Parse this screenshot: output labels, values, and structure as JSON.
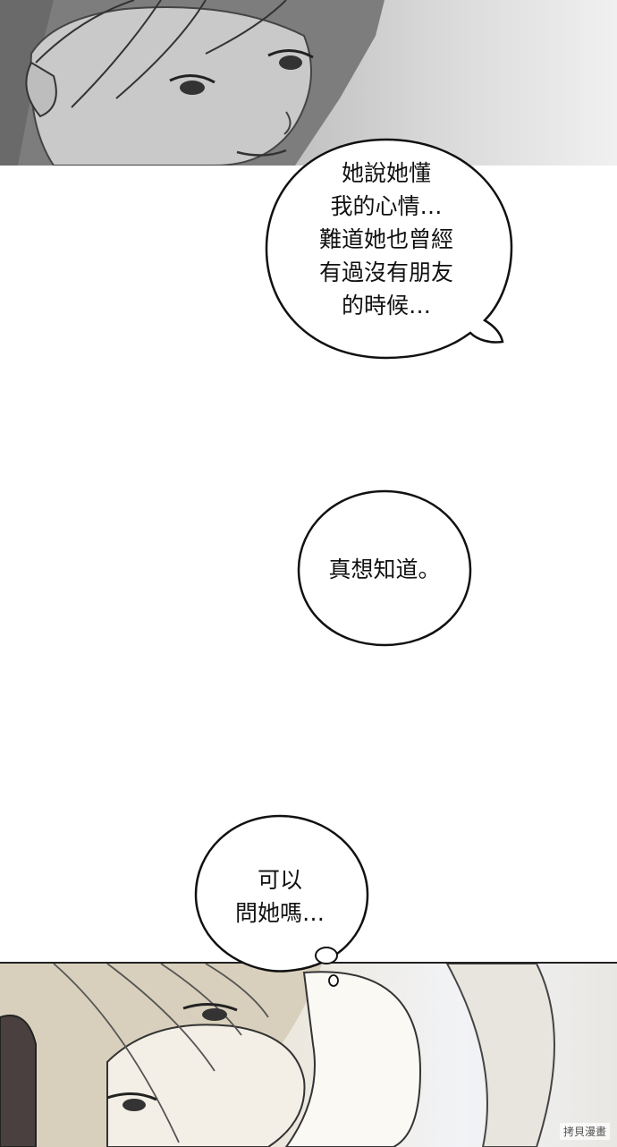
{
  "bubbles": [
    {
      "id": "bubble-1",
      "lines": [
        "她說她懂",
        "我的心情…",
        "難道她也曾經",
        "有過沒有朋友",
        "的時候…"
      ]
    },
    {
      "id": "bubble-2",
      "lines": [
        "真想知道。"
      ]
    },
    {
      "id": "bubble-3",
      "lines": [
        "可以",
        "問她嗎…"
      ]
    }
  ],
  "watermark": "拷貝漫畫",
  "colors": {
    "ink": "#111111",
    "paper": "#ffffff",
    "panel_gray": "#9a9a9a",
    "panel_beige": "#e6e1d4"
  }
}
